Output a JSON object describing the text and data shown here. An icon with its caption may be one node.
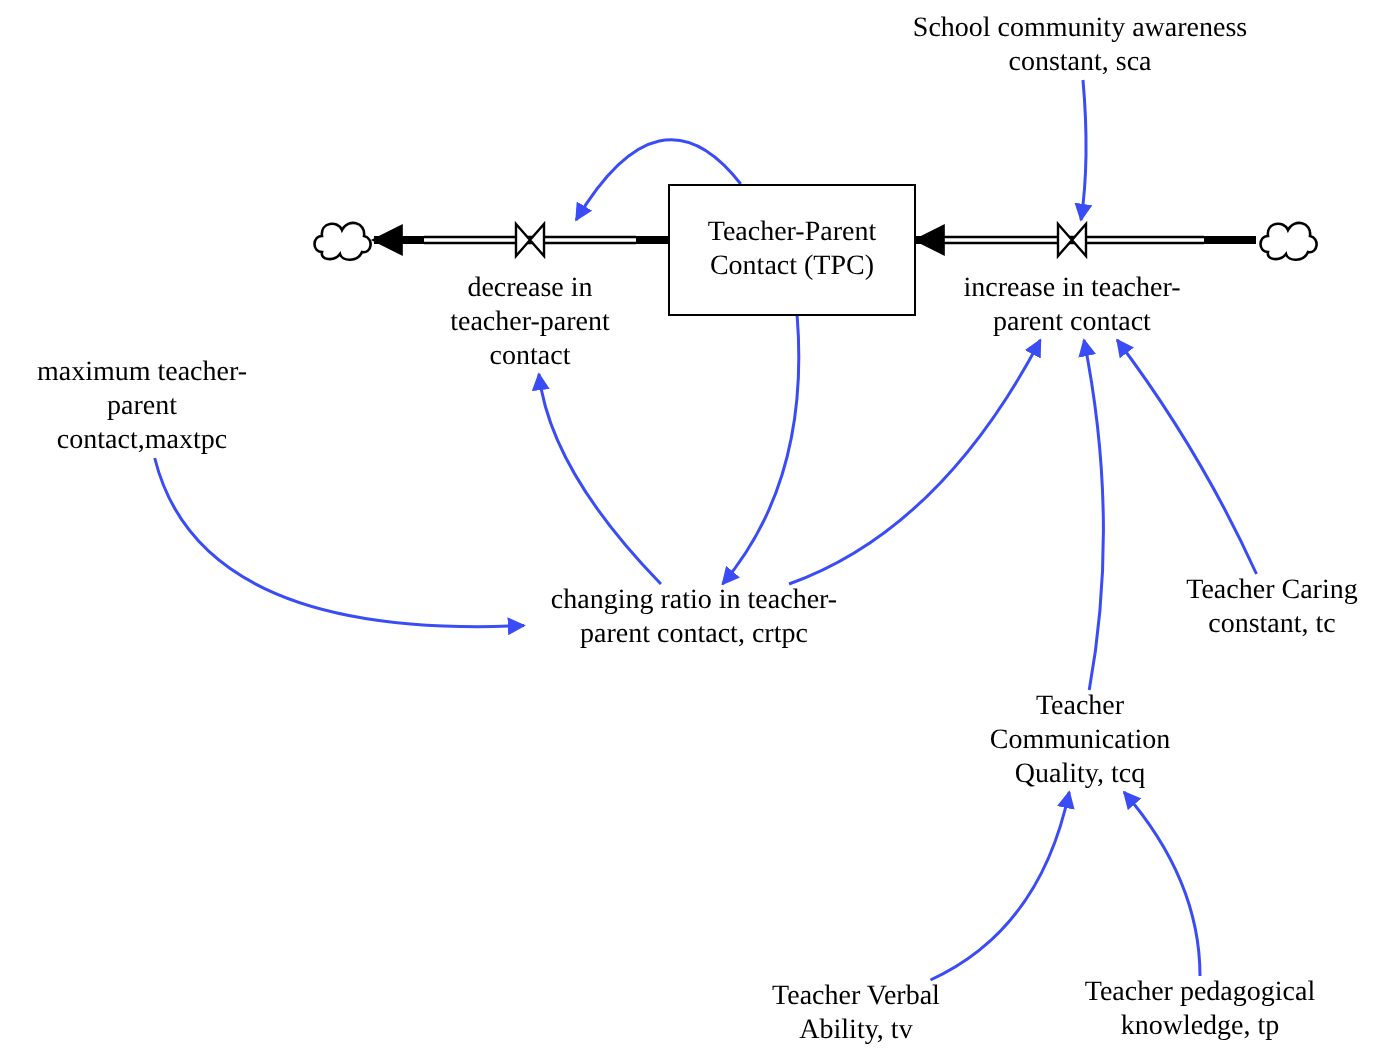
{
  "diagram": {
    "nodes": [
      {
        "text": [],
        "shape": "cloud"
      },
      {
        "text": [
          "decrease in teacher-parent contact"
        ]
      },
      {
        "text": [
          "Teacher-Parent Contact (TPC)"
        ]
      },
      {
        "text": [
          "School community awareness constant, sca"
        ]
      },
      {
        "text": [
          "increase in teacher-parent contact"
        ]
      },
      {
        "text": [],
        "shape": "cloud"
      },
      {
        "text": [
          "maximum teacher-parent contact,maxtpc"
        ]
      },
      {
        "text": [
          "changing ratio in teacher-parent contact, crtpc"
        ]
      },
      {
        "text": [
          "Teacher Caring constant, tc"
        ]
      },
      {
        "text": [
          "Teacher Communication Quality, tcq"
        ]
      },
      {
        "text": [
          "Teacher Verbal Ability, tv"
        ]
      },
      {
        "text": [
          "Teacher pedagogical knowledge, tp"
        ]
      }
    ],
    "edges": [
      {
        "from": 2,
        "to": 1,
        "arrow": "none",
        "style": "thick",
        "color": "#000000"
      },
      {
        "from": 1,
        "to": 0,
        "arrow": "to",
        "style": "thick",
        "color": "#000000"
      },
      {
        "from": 5,
        "to": 4,
        "arrow": "none",
        "style": "thick",
        "color": "#000000"
      },
      {
        "from": 4,
        "to": 2,
        "arrow": "to",
        "style": "thick",
        "color": "#000000"
      },
      {
        "from": 2,
        "to": 1,
        "arrow": "to"
      },
      {
        "from": 3,
        "to": 4,
        "arrow": "to"
      },
      {
        "from": 2,
        "to": 7,
        "arrow": "to"
      },
      {
        "from": 6,
        "to": 7,
        "arrow": "to"
      },
      {
        "from": 7,
        "to": 1,
        "arrow": "to"
      },
      {
        "from": 7,
        "to": 4,
        "arrow": "to"
      },
      {
        "from": 8,
        "to": 4,
        "arrow": "to"
      },
      {
        "from": 9,
        "to": 4,
        "arrow": "to"
      },
      {
        "from": 10,
        "to": 9,
        "arrow": "to"
      },
      {
        "from": 11,
        "to": 9,
        "arrow": "to"
      }
    ]
  }
}
